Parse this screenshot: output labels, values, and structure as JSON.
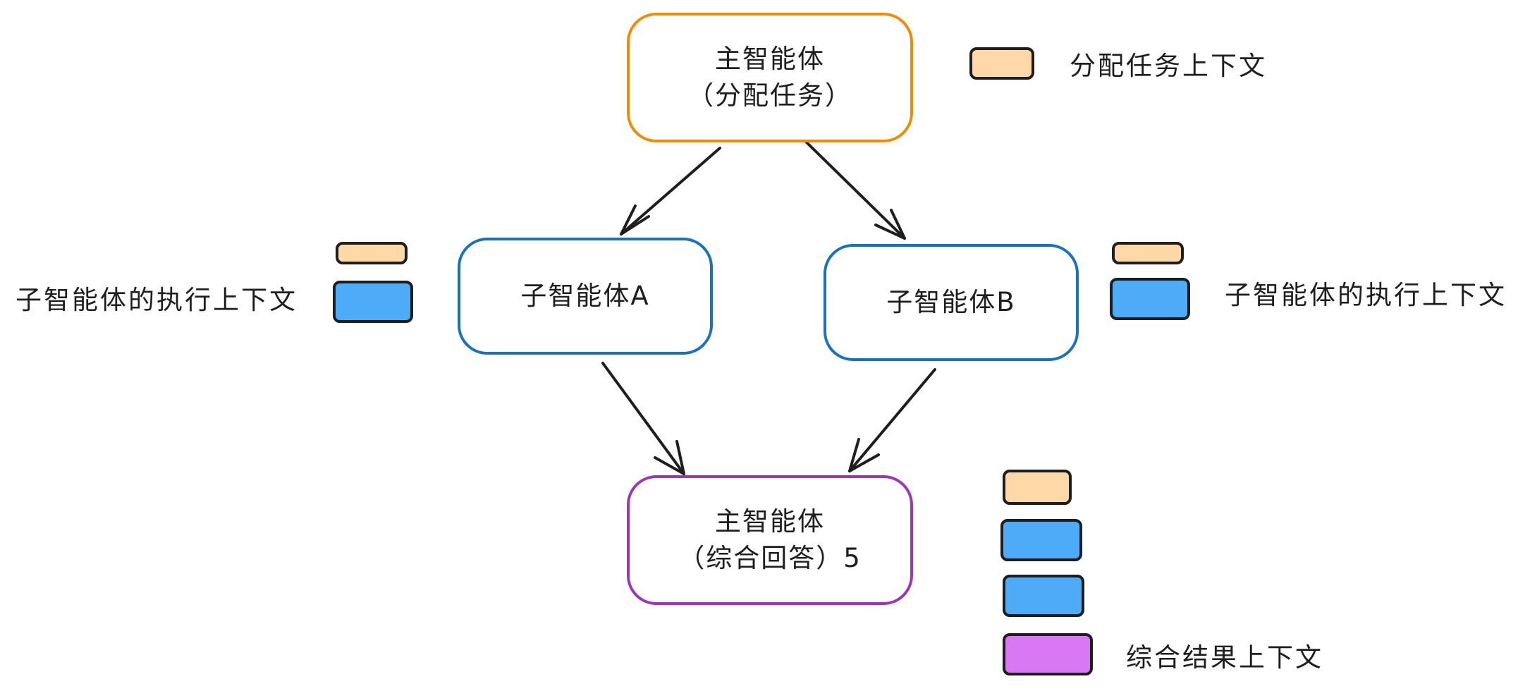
{
  "nodes": {
    "main_assign": {
      "line1": "主智能体",
      "line2": "（分配任务）",
      "color": "#f08c00"
    },
    "sub_a": {
      "label": "子智能体A",
      "color": "#1971c2"
    },
    "sub_b": {
      "label": "子智能体B",
      "color": "#1971c2"
    },
    "main_synth": {
      "line1": "主智能体",
      "line2": "（综合回答）5",
      "color": "#9c36b5"
    }
  },
  "legend": {
    "assign_context": "分配任务上下文",
    "exec_context_a": "子智能体的执行上下文",
    "exec_context_b": "子智能体的执行上下文",
    "synth_context": "综合结果上下文"
  },
  "colors": {
    "assign_swatch": "#ffd8a8",
    "exec_swatch": "#4dabf7",
    "synth_swatch": "#da77f2",
    "stroke": "#1e1e1e"
  }
}
